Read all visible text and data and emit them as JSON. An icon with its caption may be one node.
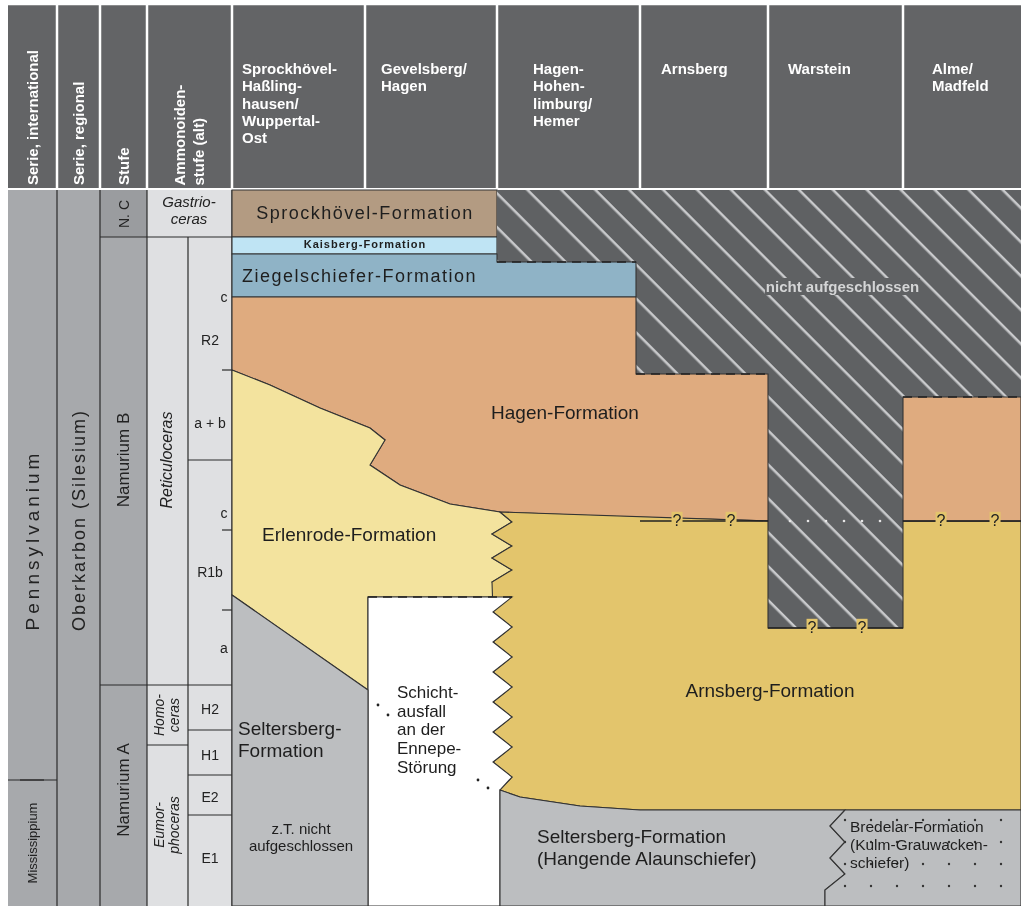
{
  "diagram": {
    "nodes": [
      {
        "text": [
          "Sprockhövel-Formation"
        ]
      },
      {
        "text": [
          "Kaisberg-Formation"
        ]
      },
      {
        "text": [
          "nicht aufgeschlossen"
        ]
      },
      {
        "text": [
          "Ziegelschiefer-Formation"
        ]
      },
      {
        "text": [
          "Hagen-Formation"
        ]
      },
      {
        "text": [
          "Erlenrode-Formation"
        ]
      },
      {
        "text": [
          "Arnsberg-Formation"
        ]
      },
      {
        "text": [
          "Schicht- ausfall an der Ennepe- Störung"
        ]
      },
      {
        "text": [
          "Seltersberg- Formation",
          "z.T. nicht aufgeschlossen"
        ]
      },
      {
        "text": [
          "Seltersberg-Formation (Hangende Alaunschiefer)"
        ]
      },
      {
        "text": [
          "Bredelar-Formation (Kulm-Grauwacken- schiefer)"
        ]
      },
      {
        "text": [],
        "shape": "box"
      }
    ],
    "labels": [
      "Serie, international",
      "Serie, regional",
      "Stufe",
      "Ammonoiden- stufe (alt)",
      "Sprockhövel- Haßling- hausen/ Wuppertal- Ost",
      "Gevelsberg/ Hagen",
      "Hagen- Hohen- limburg/ Hemer",
      "Arnsberg",
      "Warstein",
      "Alme/ Madfeld",
      "Pennsylvanium",
      "Mississippium",
      "Oberkarbon (Silesium)",
      "N. C",
      "Namurium B",
      "Namurium A",
      "Gastrio- ceras",
      "Reticuloceras",
      "Homo- ceras",
      "Eumor- phoceras",
      "c",
      "R2",
      "a + b",
      "c",
      "R1b",
      "a",
      "H2",
      "H1",
      "E2",
      "E1",
      "?",
      "?",
      "?",
      "?",
      "?",
      "?"
    ]
  }
}
